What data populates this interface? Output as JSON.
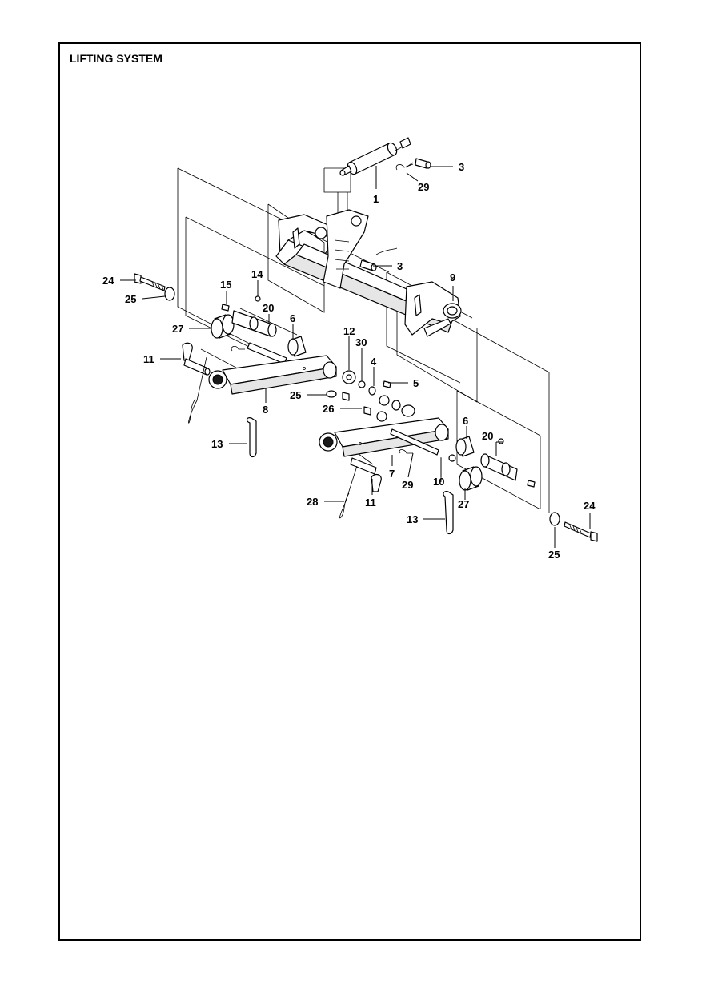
{
  "title": "LIFTING SYSTEM",
  "callouts": [
    {
      "id": "c3a",
      "label": "3"
    },
    {
      "id": "c29a",
      "label": "29"
    },
    {
      "id": "c1",
      "label": "1"
    },
    {
      "id": "c3b",
      "label": "3"
    },
    {
      "id": "c9",
      "label": "9"
    },
    {
      "id": "c24a",
      "label": "24"
    },
    {
      "id": "c25a",
      "label": "25"
    },
    {
      "id": "c15",
      "label": "15"
    },
    {
      "id": "c14",
      "label": "14"
    },
    {
      "id": "c20a",
      "label": "20"
    },
    {
      "id": "c27a",
      "label": "27"
    },
    {
      "id": "c6a",
      "label": "6"
    },
    {
      "id": "c12",
      "label": "12"
    },
    {
      "id": "c30",
      "label": "30"
    },
    {
      "id": "c4",
      "label": "4"
    },
    {
      "id": "c11a",
      "label": "11"
    },
    {
      "id": "c5",
      "label": "5"
    },
    {
      "id": "c25b",
      "label": "25"
    },
    {
      "id": "c8",
      "label": "8"
    },
    {
      "id": "c26",
      "label": "26"
    },
    {
      "id": "c13a",
      "label": "13"
    },
    {
      "id": "c6b",
      "label": "6"
    },
    {
      "id": "c20b",
      "label": "20"
    },
    {
      "id": "c7",
      "label": "7"
    },
    {
      "id": "c29b",
      "label": "29"
    },
    {
      "id": "c10",
      "label": "10"
    },
    {
      "id": "c28",
      "label": "28"
    },
    {
      "id": "c11b",
      "label": "11"
    },
    {
      "id": "c27b",
      "label": "27"
    },
    {
      "id": "c24b",
      "label": "24"
    },
    {
      "id": "c13b",
      "label": "13"
    },
    {
      "id": "c25c",
      "label": "25"
    }
  ]
}
